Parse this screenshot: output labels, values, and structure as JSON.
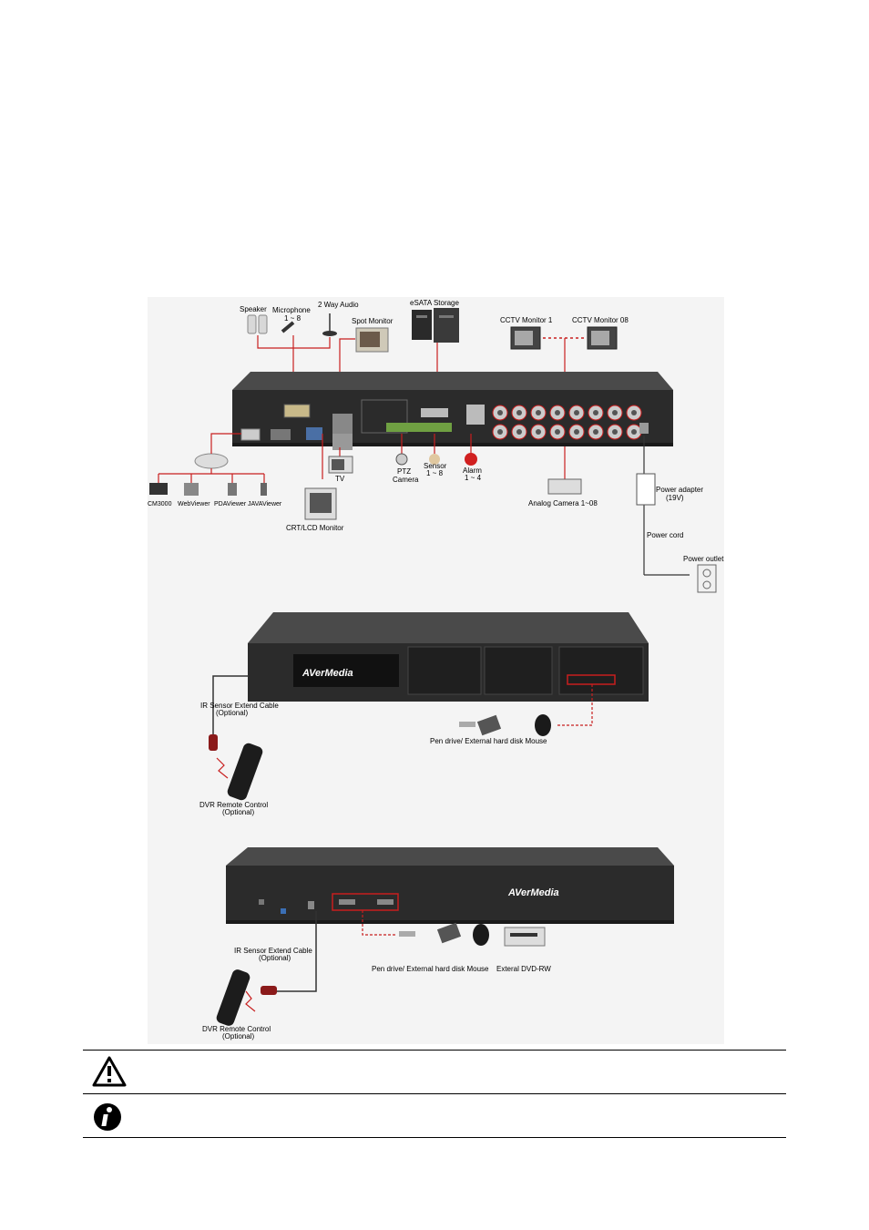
{
  "diagram": {
    "top": {
      "speaker": "Speaker",
      "microphone": "Microphone",
      "microphone_range": "1 ~ 8",
      "two_way_audio": "2 Way Audio",
      "spot_monitor": "Spot Monitor",
      "esata_storage": "eSATA Storage",
      "cctv_monitor_1": "CCTV Monitor 1",
      "cctv_monitor_08": "CCTV Monitor 08",
      "tv": "TV",
      "ptz": "PTZ",
      "camera": "Camera",
      "sensor": "Sensor",
      "sensor_range": "1 ~ 8",
      "alarm": "Alarm",
      "alarm_range": "1 ~ 4",
      "cm3000": "CM3000",
      "webviewer": "WebViewer",
      "pdaviewer": "PDAViewer",
      "javaviewer": "JAVAViewer",
      "crt_lcd_monitor": "CRT/LCD Monitor",
      "analog_camera": "Analog Camera 1~08",
      "power_adapter": "Power adapter",
      "power_adapter_v": "(19V)",
      "power_cord": "Power cord",
      "power_outlet": "Power outlet"
    },
    "middle": {
      "brand": "AVerMedia",
      "ir_cable": "IR Sensor Extend Cable",
      "ir_optional": "(Optional)",
      "remote": "DVR Remote Control",
      "remote_optional": "(Optional)",
      "pen_drive": "Pen drive/ External hard disk Mouse"
    },
    "bottom": {
      "brand": "AVerMedia",
      "ir_cable": "IR Sensor Extend Cable",
      "ir_optional": "(Optional)",
      "remote": "DVR Remote Control",
      "remote_optional": "(Optional)",
      "pen_drive": "Pen drive/ External hard disk Mouse",
      "dvd": "Exteral DVD-RW"
    }
  },
  "notes": {
    "warning_icon": "warning-icon",
    "info_icon": "info-icon"
  }
}
